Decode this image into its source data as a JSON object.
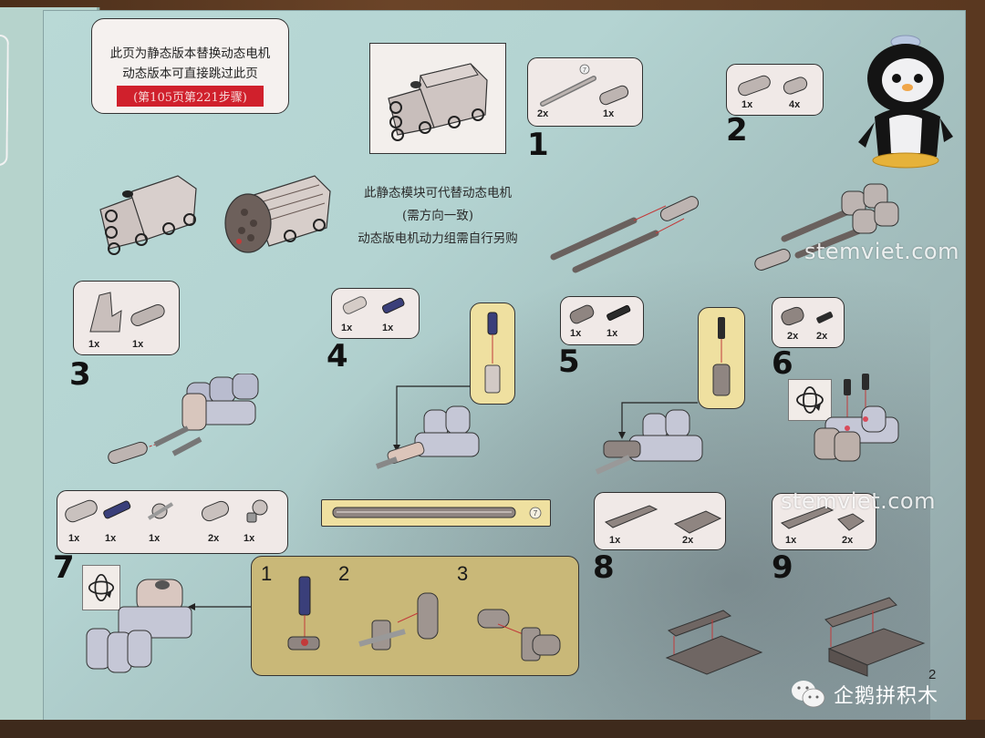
{
  "note": {
    "line1": "此页为静态版本替换动态电机",
    "line2": "动态版本可直接跳过此页",
    "highlight": "(第105页第221步骤)",
    "highlight_color": "#d0202c"
  },
  "center_note": {
    "line1": "此静态模块可代替动态电机",
    "line2": "(需方向一致)",
    "line3": "动态版电机动力组需自行另购"
  },
  "steps": [
    {
      "number": "1",
      "parts": [
        {
          "qty": "2x",
          "name": "axle-7",
          "label": "7"
        },
        {
          "qty": "1x",
          "name": "beam-3"
        }
      ]
    },
    {
      "number": "2",
      "parts": [
        {
          "qty": "1x",
          "name": "beam-3"
        },
        {
          "qty": "4x",
          "name": "beam-2"
        }
      ]
    },
    {
      "number": "3",
      "parts": [
        {
          "qty": "1x",
          "name": "t-beam"
        },
        {
          "qty": "1x",
          "name": "beam-3"
        }
      ]
    },
    {
      "number": "4",
      "parts": [
        {
          "qty": "1x",
          "name": "axle-connector"
        },
        {
          "qty": "1x",
          "name": "blue-pin"
        }
      ]
    },
    {
      "number": "5",
      "parts": [
        {
          "qty": "1x",
          "name": "pin-connector"
        },
        {
          "qty": "1x",
          "name": "black-pin"
        }
      ]
    },
    {
      "number": "6",
      "parts": [
        {
          "qty": "2x",
          "name": "perpendicular-connector"
        },
        {
          "qty": "2x",
          "name": "black-pin"
        }
      ]
    },
    {
      "number": "7",
      "parts": [
        {
          "qty": "1x",
          "name": "beam-3"
        },
        {
          "qty": "1x",
          "name": "blue-axle-pin"
        },
        {
          "qty": "1x",
          "name": "axle-joiner"
        },
        {
          "qty": "2x",
          "name": "beam-2"
        },
        {
          "qty": "1x",
          "name": "pin-hole-connector"
        }
      ],
      "axle_callout": {
        "label": "7"
      },
      "substeps": [
        "1",
        "2",
        "3"
      ]
    },
    {
      "number": "8",
      "parts": [
        {
          "qty": "1x",
          "name": "plate-1x4"
        },
        {
          "qty": "2x",
          "name": "plate-2x3"
        }
      ]
    },
    {
      "number": "9",
      "parts": [
        {
          "qty": "1x",
          "name": "plate-1x4"
        },
        {
          "qty": "2x",
          "name": "slope-tile"
        }
      ]
    }
  ],
  "watermarks": [
    "stemviet.com",
    "stemviet.com"
  ],
  "brand": {
    "icon": "wechat-icon",
    "name": "企鹅拼积木"
  },
  "page_number": "2",
  "colors": {
    "page_bg": "#b4d4d2",
    "part_box_bg": "#f0e9e7",
    "callout_bg": "#efe0a0",
    "brick_grey": "#b0a8a6",
    "brick_dark": "#6f6663",
    "pin_blue": "#3a3f7a",
    "arrow_red": "#c23a3a"
  }
}
